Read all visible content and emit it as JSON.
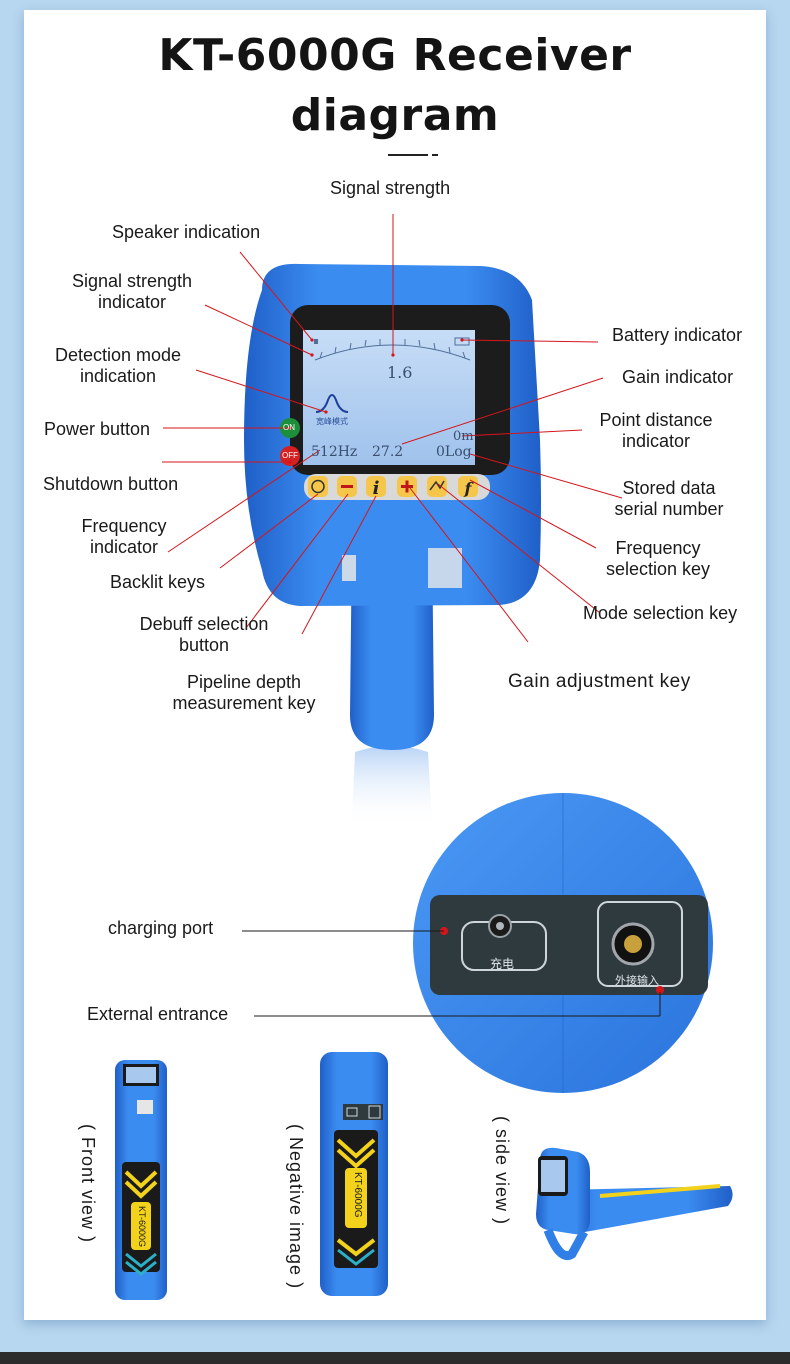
{
  "title": {
    "line1": "KT-6000G Receiver",
    "line2": "diagram"
  },
  "labels": {
    "signal_strength": "Signal strength",
    "speaker_indication": "Speaker indication",
    "signal_strength_indicator_1": "Signal strength",
    "signal_strength_indicator_2": "indicator",
    "detection_mode_1": "Detection mode",
    "detection_mode_2": "indication",
    "power_button": "Power button",
    "shutdown_button": "Shutdown button",
    "frequency_indicator_1": "Frequency",
    "frequency_indicator_2": "indicator",
    "backlit_keys": "Backlit keys",
    "debuff_1": "Debuff selection",
    "debuff_2": "button",
    "pipeline_1": "Pipeline depth",
    "pipeline_2": "measurement key",
    "battery_indicator": "Battery indicator",
    "gain_indicator": "Gain indicator",
    "point_distance_1": "Point distance",
    "point_distance_2": "indicator",
    "stored_data_1": "Stored data",
    "stored_data_2": "serial number",
    "frequency_selection_1": "Frequency",
    "frequency_selection_2": "selection key",
    "mode_selection_key": "Mode selection key",
    "gain_adjustment_key": "Gain adjustment key",
    "charging_port": "charging port",
    "external_entrance": "External entrance"
  },
  "screen": {
    "signal_value": "1.6",
    "mode_text": "宽峰模式",
    "frequency": "512Hz",
    "gain": "27.2",
    "distance": "0m",
    "log": "0Log"
  },
  "buttons": {
    "on": "ON",
    "off": "OFF"
  },
  "port_panel": {
    "charge_label": "充电",
    "external_label": "外接输入"
  },
  "views": {
    "front": "( Front view )",
    "negative": "( Negative image )",
    "side": "( side view )",
    "model": "KT-6000G"
  },
  "colors": {
    "device_blue": "#2f7fe6",
    "device_blue_dark": "#1f5fc0",
    "screen_bg": "#a9c9ee",
    "line": "#d4161b",
    "accent_yellow": "#f3d21b"
  }
}
